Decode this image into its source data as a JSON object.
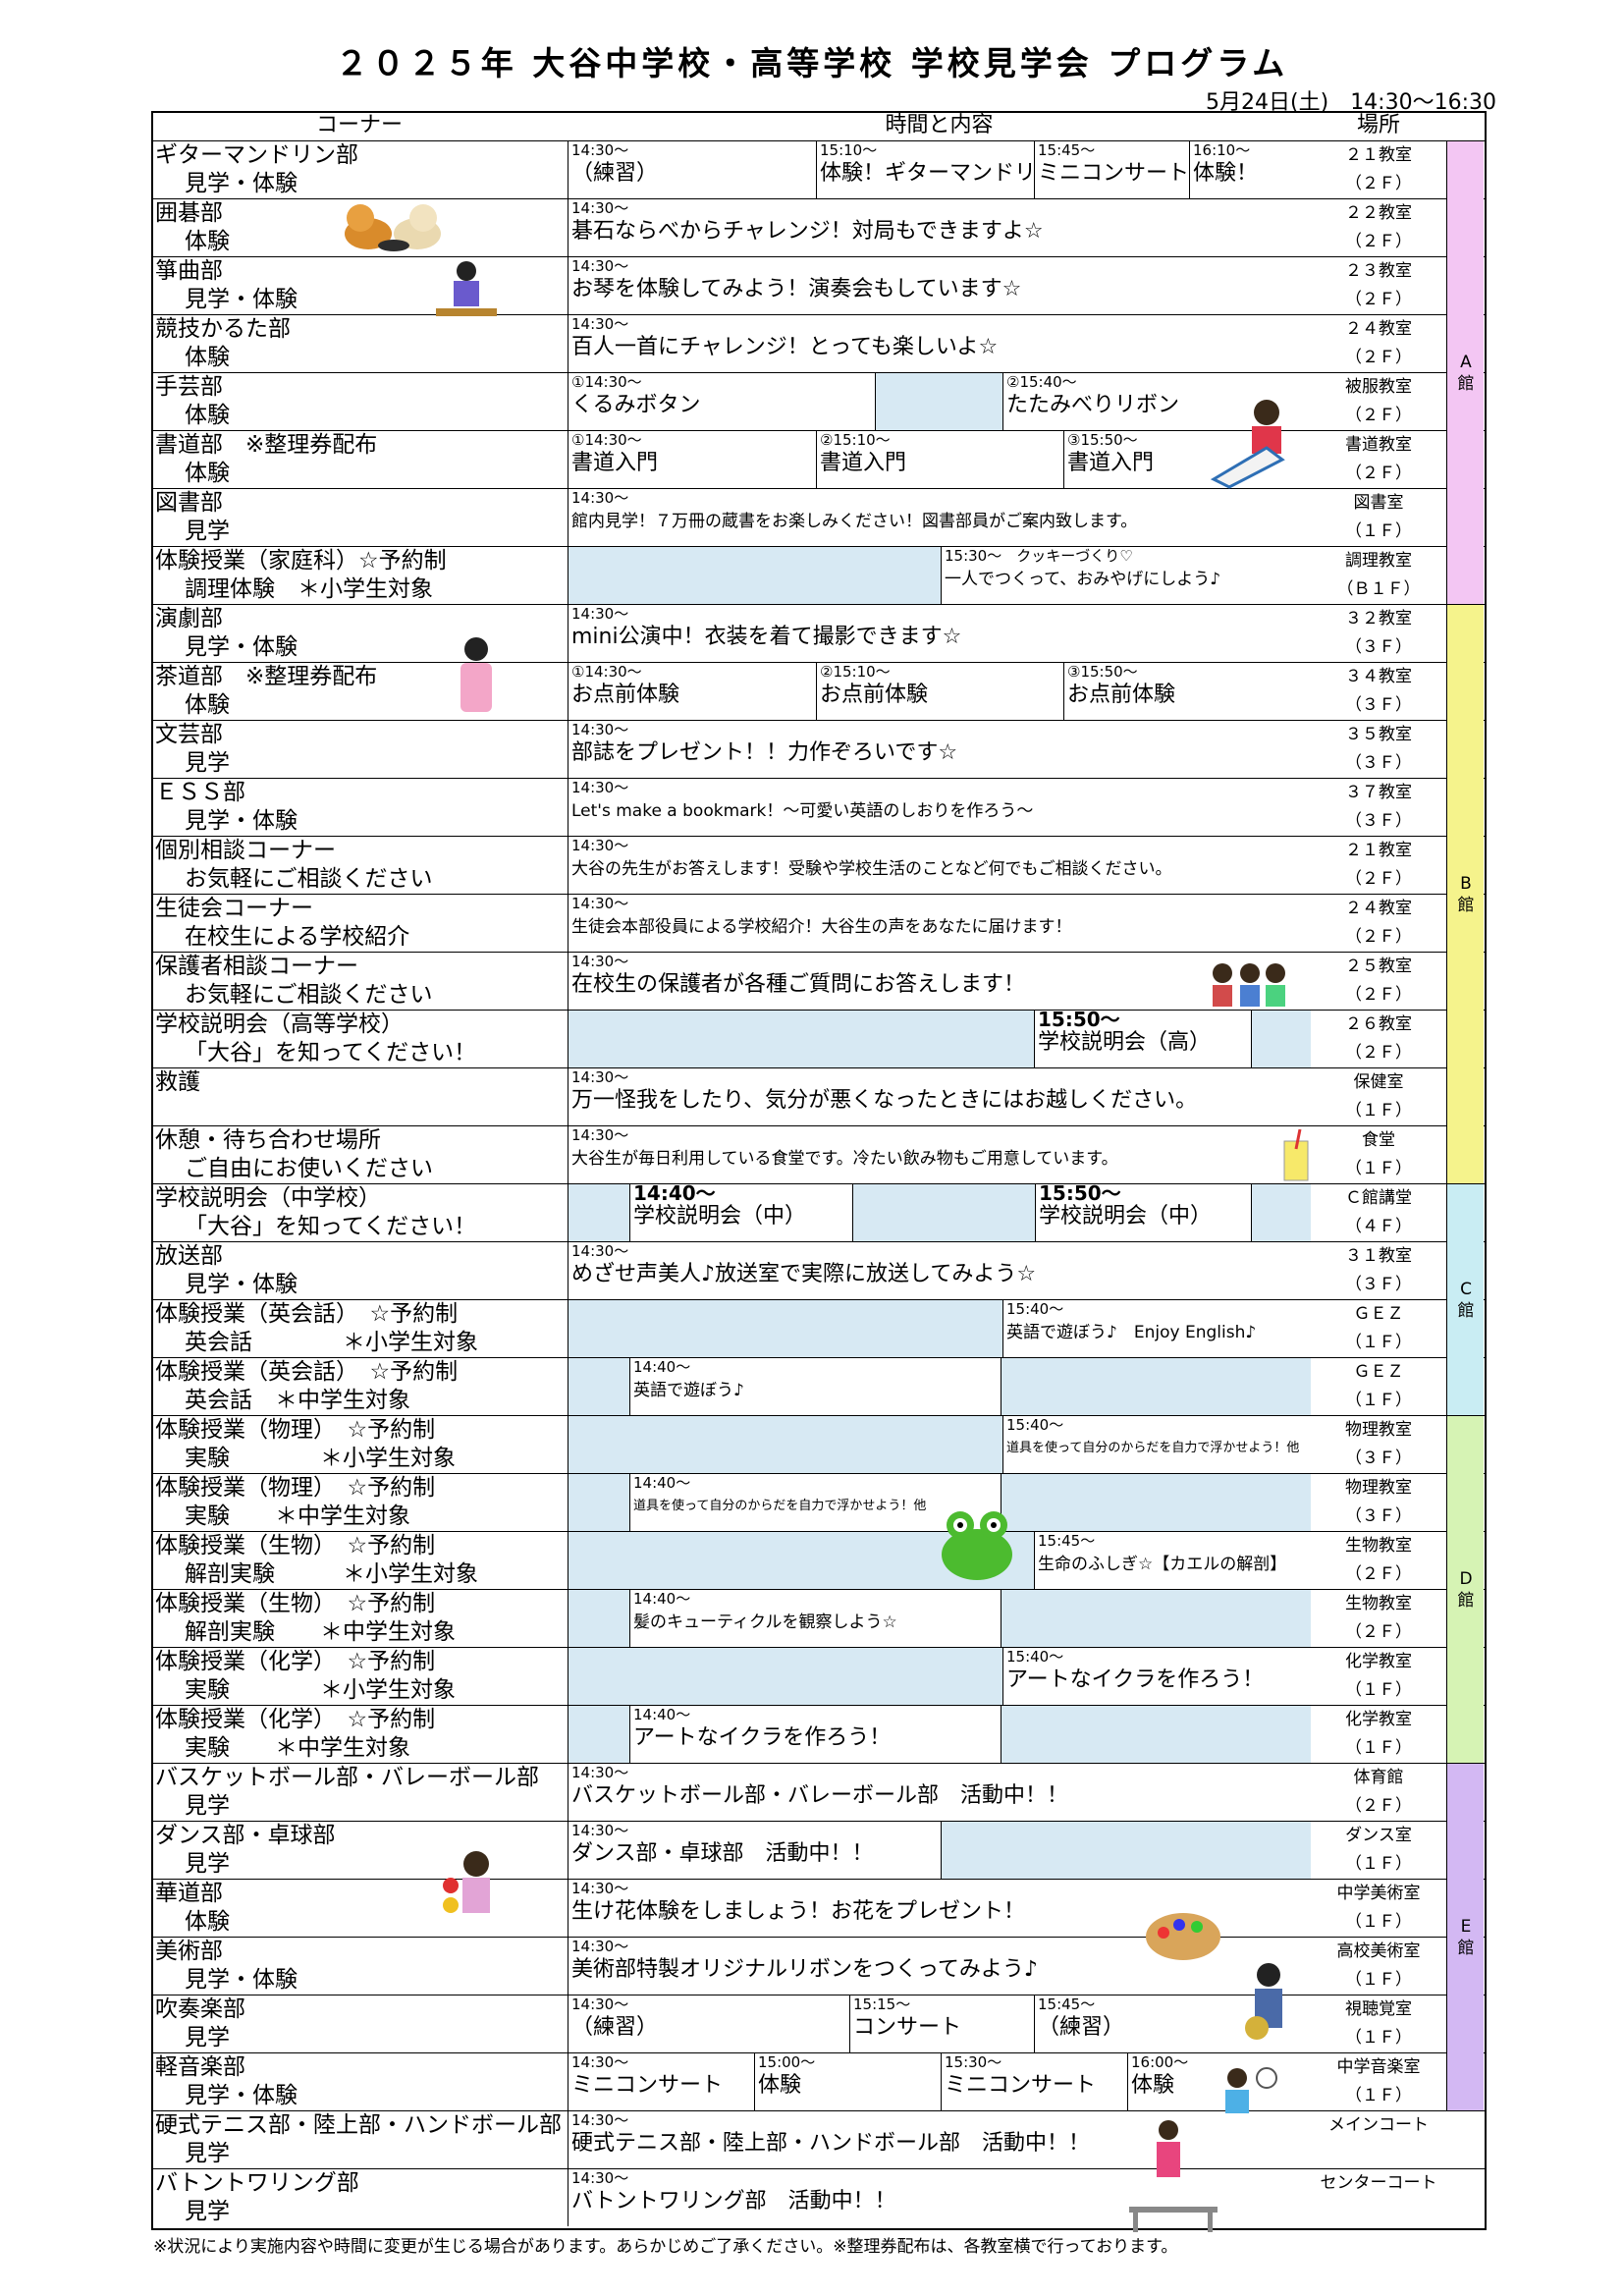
{
  "title": "２０２５年 大谷中学校・高等学校 学校見学会 プログラム",
  "date": "5月24日(土)　14:30〜16:30",
  "headers": {
    "corner": "コーナー",
    "time": "時間と内容",
    "place": "場所"
  },
  "buildings": [
    {
      "label": "A\n館",
      "color": "#f3c6f3"
    },
    {
      "label": "B\n館",
      "color": "#f5f38c"
    },
    {
      "label": "C\n館",
      "color": "#c9edf3"
    },
    {
      "label": "D\n館",
      "color": "#d6f3b4"
    },
    {
      "label": "E\n館",
      "color": "#d3b8f3"
    }
  ],
  "rows": [
    {
      "n1": "ギターマンドリン部",
      "n2": "見学・体験",
      "r1": "２１教室",
      "r2": "（２Ｆ）",
      "slots": [
        {
          "t": "14:30〜",
          "c": "（練習）"
        },
        {
          "t": "15:10〜",
          "c": "体験！ギターマンドリン"
        },
        {
          "t": "15:45〜",
          "c": "ミニコンサート"
        },
        {
          "t": "16:10〜",
          "c": "体験！"
        }
      ]
    },
    {
      "n1": "囲碁部",
      "n2": "体験",
      "r1": "２２教室",
      "r2": "（２Ｆ）",
      "slots": [
        {
          "t": "14:30〜",
          "c": "碁石ならべからチャレンジ！対局もできますよ☆"
        }
      ]
    },
    {
      "n1": "箏曲部",
      "n2": "見学・体験",
      "r1": "２３教室",
      "r2": "（２Ｆ）",
      "slots": [
        {
          "t": "14:30〜",
          "c": "お琴を体験してみよう！演奏会もしています☆"
        }
      ]
    },
    {
      "n1": "競技かるた部",
      "n2": "体験",
      "r1": "２４教室",
      "r2": "（２Ｆ）",
      "slots": [
        {
          "t": "14:30〜",
          "c": "百人一首にチャレンジ！とっても楽しいよ☆"
        }
      ]
    },
    {
      "n1": "手芸部",
      "n2": "体験",
      "r1": "被服教室",
      "r2": "（２Ｆ）",
      "slots": [
        {
          "t": "①14:30〜",
          "c": "くるみボタン"
        },
        {
          "t": "",
          "c": ""
        },
        {
          "t": "②15:40〜",
          "c": "たたみべりリボン"
        }
      ]
    },
    {
      "n1": "書道部　※整理券配布",
      "n2": "体験",
      "r1": "書道教室",
      "r2": "（２Ｆ）",
      "slots": [
        {
          "t": "①14:30〜",
          "c": "書道入門"
        },
        {
          "t": "②15:10〜",
          "c": "書道入門"
        },
        {
          "t": "③15:50〜",
          "c": "書道入門"
        }
      ]
    },
    {
      "n1": "図書部",
      "n2": "見学",
      "r1": "図書室",
      "r2": "（１Ｆ）",
      "slots": [
        {
          "t": "14:30〜",
          "c": "館内見学！７万冊の蔵書をお楽しみください！図書部員がご案内致します。"
        }
      ]
    },
    {
      "n1": "体験授業（家庭科）☆予約制",
      "n2": "調理体験　＊小学生対象",
      "r1": "調理教室",
      "r2": "（Ｂ１Ｆ）",
      "slots": [
        {
          "t": "",
          "c": ""
        },
        {
          "t": "15:30〜　クッキーづくり♡",
          "c": "一人でつくって、おみやげにしよう♪"
        }
      ]
    },
    {
      "n1": "演劇部",
      "n2": "見学・体験",
      "r1": "３２教室",
      "r2": "（３Ｆ）",
      "slots": [
        {
          "t": "14:30〜",
          "c": "mini公演中！衣装を着て撮影できます☆"
        }
      ]
    },
    {
      "n1": "茶道部　※整理券配布",
      "n2": "体験",
      "r1": "３４教室",
      "r2": "（３Ｆ）",
      "slots": [
        {
          "t": "①14:30〜",
          "c": "お点前体験"
        },
        {
          "t": "②15:10〜",
          "c": "お点前体験"
        },
        {
          "t": "③15:50〜",
          "c": "お点前体験"
        }
      ]
    },
    {
      "n1": "文芸部",
      "n2": "見学",
      "r1": "３５教室",
      "r2": "（３Ｆ）",
      "slots": [
        {
          "t": "14:30〜",
          "c": "部誌をプレゼント！！力作ぞろいです☆"
        }
      ]
    },
    {
      "n1": "ＥＳＳ部",
      "n2": "見学・体験",
      "r1": "３７教室",
      "r2": "（３Ｆ）",
      "slots": [
        {
          "t": "14:30〜",
          "c": "Let's make a bookmark！〜可愛い英語のしおりを作ろう〜"
        }
      ]
    },
    {
      "n1": "個別相談コーナー",
      "n2": "お気軽にご相談ください",
      "r1": "２１教室",
      "r2": "（２Ｆ）",
      "slots": [
        {
          "t": "14:30〜",
          "c": "大谷の先生がお答えします！受験や学校生活のことなど何でもご相談ください。"
        }
      ]
    },
    {
      "n1": "生徒会コーナー",
      "n2": "在校生による学校紹介",
      "r1": "２４教室",
      "r2": "（２Ｆ）",
      "slots": [
        {
          "t": "14:30〜",
          "c": "生徒会本部役員による学校紹介！大谷生の声をあなたに届けます！"
        }
      ]
    },
    {
      "n1": "保護者相談コーナー",
      "n2": "お気軽にご相談ください",
      "r1": "２５教室",
      "r2": "（２Ｆ）",
      "slots": [
        {
          "t": "14:30〜",
          "c": "在校生の保護者が各種ご質問にお答えします！"
        }
      ]
    },
    {
      "n1": "学校説明会（高等学校）",
      "n2": "「大谷」を知ってください！",
      "r1": "２６教室",
      "r2": "（２Ｆ）",
      "slots": [
        {
          "t": "",
          "c": ""
        },
        {
          "t": "15:50〜",
          "c": "学校説明会（高）"
        },
        {
          "t": "",
          "c": ""
        }
      ]
    },
    {
      "n1": "救護",
      "n2": "",
      "r1": "保健室",
      "r2": "（１Ｆ）",
      "slots": [
        {
          "t": "14:30〜",
          "c": "万一怪我をしたり、気分が悪くなったときにはお越しください。"
        }
      ]
    },
    {
      "n1": "休憩・待ち合わせ場所",
      "n2": "ご自由にお使いください",
      "r1": "食堂",
      "r2": "（１Ｆ）",
      "slots": [
        {
          "t": "14:30〜",
          "c": "大谷生が毎日利用している食堂です。冷たい飲み物もご用意しています。"
        }
      ]
    },
    {
      "n1": "学校説明会（中学校）",
      "n2": "「大谷」を知ってください！",
      "r1": "Ｃ館講堂",
      "r2": "（４Ｆ）",
      "slots": [
        {
          "t": "",
          "c": ""
        },
        {
          "t": "14:40〜",
          "c": "学校説明会（中）"
        },
        {
          "t": "",
          "c": ""
        },
        {
          "t": "15:50〜",
          "c": "学校説明会（中）"
        },
        {
          "t": "",
          "c": ""
        }
      ]
    },
    {
      "n1": "放送部",
      "n2": "見学・体験",
      "r1": "３１教室",
      "r2": "（３Ｆ）",
      "slots": [
        {
          "t": "14:30〜",
          "c": "めざせ声美人♪放送室で実際に放送してみよう☆"
        }
      ]
    },
    {
      "n1": "体験授業（英会話）　☆予約制",
      "n2": "英会話　　　　＊小学生対象",
      "r1": "ＧＥＺ",
      "r2": "（１Ｆ）",
      "slots": [
        {
          "t": "",
          "c": ""
        },
        {
          "t": "15:40〜",
          "c": "英語で遊ぼう♪　Enjoy English♪"
        }
      ]
    },
    {
      "n1": "体験授業（英会話）　☆予約制",
      "n2": "英会話　＊中学生対象",
      "r1": "ＧＥＺ",
      "r2": "（１Ｆ）",
      "slots": [
        {
          "t": "",
          "c": ""
        },
        {
          "t": "14:40〜",
          "c": "英語で遊ぼう♪"
        },
        {
          "t": "",
          "c": ""
        }
      ]
    },
    {
      "n1": "体験授業（物理）　☆予約制",
      "n2": "実験　　　　＊小学生対象",
      "r1": "物理教室",
      "r2": "（３Ｆ）",
      "slots": [
        {
          "t": "",
          "c": ""
        },
        {
          "t": "15:40〜",
          "c": "道具を使って自分のからだを自力で浮かせよう！他"
        }
      ]
    },
    {
      "n1": "体験授業（物理）　☆予約制",
      "n2": "実験　　＊中学生対象",
      "r1": "物理教室",
      "r2": "（３Ｆ）",
      "slots": [
        {
          "t": "",
          "c": ""
        },
        {
          "t": "14:40〜",
          "c": "道具を使って自分のからだを自力で浮かせよう！他"
        },
        {
          "t": "",
          "c": ""
        }
      ]
    },
    {
      "n1": "体験授業（生物）　☆予約制",
      "n2": "解剖実験　　　＊小学生対象",
      "r1": "生物教室",
      "r2": "（２Ｆ）",
      "slots": [
        {
          "t": "",
          "c": ""
        },
        {
          "t": "15:45〜",
          "c": "生命のふしぎ☆【カエルの解剖】"
        }
      ]
    },
    {
      "n1": "体験授業（生物）　☆予約制",
      "n2": "解剖実験　　＊中学生対象",
      "r1": "生物教室",
      "r2": "（２Ｆ）",
      "slots": [
        {
          "t": "",
          "c": ""
        },
        {
          "t": "14:40〜",
          "c": "髪のキューティクルを観察しよう☆"
        },
        {
          "t": "",
          "c": ""
        }
      ]
    },
    {
      "n1": "体験授業（化学）　☆予約制",
      "n2": "実験　　　　＊小学生対象",
      "r1": "化学教室",
      "r2": "（１Ｆ）",
      "slots": [
        {
          "t": "",
          "c": ""
        },
        {
          "t": "15:40〜",
          "c": "アートなイクラを作ろう！"
        }
      ]
    },
    {
      "n1": "体験授業（化学）　☆予約制",
      "n2": "実験　　＊中学生対象",
      "r1": "化学教室",
      "r2": "（１Ｆ）",
      "slots": [
        {
          "t": "",
          "c": ""
        },
        {
          "t": "14:40〜",
          "c": "アートなイクラを作ろう！"
        },
        {
          "t": "",
          "c": ""
        }
      ]
    },
    {
      "n1": "バスケットボール部・バレーボール部",
      "n2": "見学",
      "r1": "体育館",
      "r2": "（２Ｆ）",
      "slots": [
        {
          "t": "14:30〜",
          "c": "バスケットボール部・バレーボール部　活動中！！"
        }
      ]
    },
    {
      "n1": "ダンス部・卓球部",
      "n2": "見学",
      "r1": "ダンス室",
      "r2": "（１Ｆ）",
      "slots": [
        {
          "t": "14:30〜",
          "c": "ダンス部・卓球部　活動中！！"
        },
        {
          "t": "",
          "c": ""
        }
      ]
    },
    {
      "n1": "華道部",
      "n2": "体験",
      "r1": "中学美術室",
      "r2": "（１Ｆ）",
      "slots": [
        {
          "t": "14:30〜",
          "c": "生け花体験をしましょう！お花をプレゼント！"
        }
      ]
    },
    {
      "n1": "美術部",
      "n2": "見学・体験",
      "r1": "高校美術室",
      "r2": "（１Ｆ）",
      "slots": [
        {
          "t": "14:30〜",
          "c": "美術部特製オリジナルリボンをつくってみよう♪"
        }
      ]
    },
    {
      "n1": "吹奏楽部",
      "n2": "見学",
      "r1": "視聴覚室",
      "r2": "（１Ｆ）",
      "slots": [
        {
          "t": "14:30〜",
          "c": "（練習）"
        },
        {
          "t": "15:15〜",
          "c": "コンサート"
        },
        {
          "t": "15:45〜",
          "c": "（練習）"
        }
      ]
    },
    {
      "n1": "軽音楽部",
      "n2": "見学・体験",
      "r1": "中学音楽室",
      "r2": "（１Ｆ）",
      "slots": [
        {
          "t": "14:30〜",
          "c": "ミニコンサート"
        },
        {
          "t": "15:00〜",
          "c": "体験"
        },
        {
          "t": "15:30〜",
          "c": "ミニコンサート"
        },
        {
          "t": "16:00〜",
          "c": "体験"
        }
      ]
    },
    {
      "n1": "硬式テニス部・陸上部・ハンドボール部",
      "n2": "見学",
      "r1": "メインコート",
      "r2": "",
      "slots": [
        {
          "t": "14:30〜",
          "c": "硬式テニス部・陸上部・ハンドボール部　活動中！！"
        }
      ]
    },
    {
      "n1": "バトントワリング部",
      "n2": "見学",
      "r1": "センターコート",
      "r2": "",
      "slots": [
        {
          "t": "14:30〜",
          "c": "バトントワリング部　活動中！！"
        }
      ]
    }
  ],
  "footer": "※状況により実施内容や時間に変更が生じる場合があります。あらかじめご了承ください。※整理券配布は、各教室横で行っております。"
}
